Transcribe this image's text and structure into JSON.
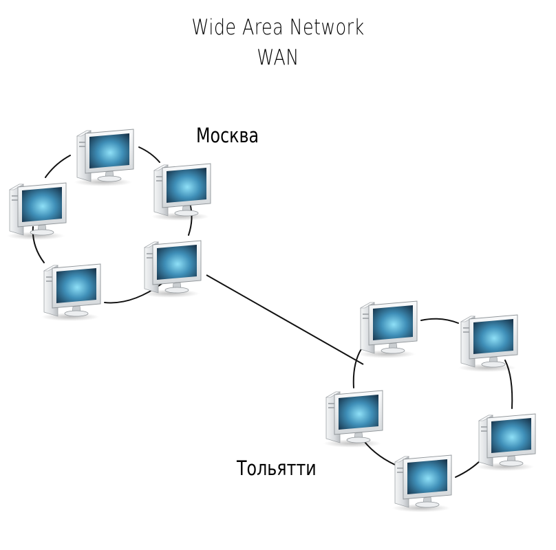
{
  "title": {
    "line1": "Wide Area Network",
    "line2": "WAN"
  },
  "networks": [
    {
      "name": "Москва",
      "computers": 5,
      "topology": "ring"
    },
    {
      "name": "Тольятти",
      "computers": 5,
      "topology": "ring"
    }
  ],
  "links": [
    {
      "from": "Москва",
      "to": "Тольятти"
    }
  ],
  "colors": {
    "line": "#111111",
    "screen_glow": "#7fd4f2",
    "screen_dark": "#1a3a52",
    "bezel": "#e9edf0",
    "tower": "#d7dadd"
  },
  "icons": [
    "desktop-computer-icon"
  ]
}
